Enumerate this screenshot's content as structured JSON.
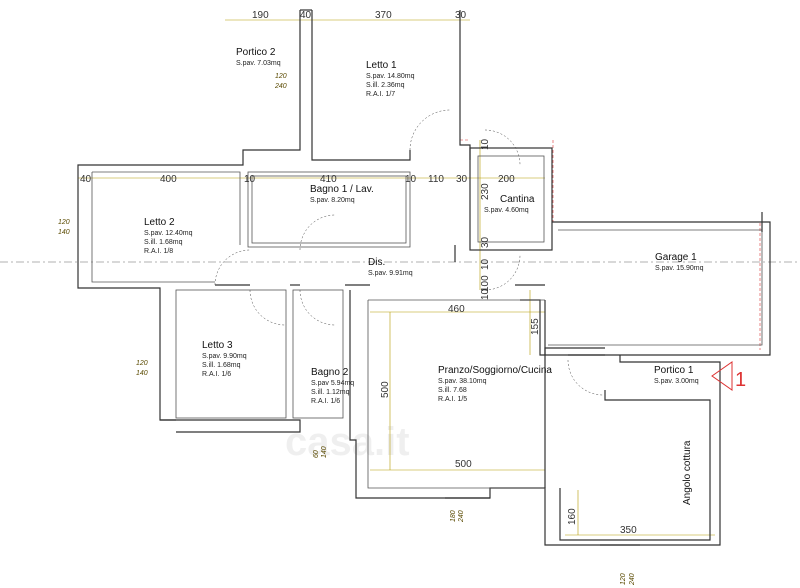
{
  "rooms": {
    "portico2": {
      "name": "Portico 2",
      "info": [
        "S.pav. 7.03mq"
      ]
    },
    "letto1": {
      "name": "Letto 1",
      "info": [
        "S.pav. 14.80mq",
        "S.ill. 2.36mq",
        "R.A.I. 1/7"
      ]
    },
    "bagno1": {
      "name": "Bagno 1 / Lav.",
      "info": [
        "S.pav. 8.20mq"
      ]
    },
    "cantina": {
      "name": "Cantina",
      "info": [
        "S.pav. 4.60mq"
      ]
    },
    "letto2": {
      "name": "Letto 2",
      "info": [
        "S.pav. 12.40mq",
        "S.ill. 1.68mq",
        "R.A.I. 1/8"
      ]
    },
    "garage1": {
      "name": "Garage 1",
      "info": [
        "S.pav. 15.90mq"
      ]
    },
    "dis": {
      "name": "Dis.",
      "info": [
        "S.pav. 9.91mq"
      ]
    },
    "letto3": {
      "name": "Letto 3",
      "info": [
        "S.pav. 9.90mq",
        "S.ill. 1.68mq",
        "R.A.I. 1/6"
      ]
    },
    "bagno2": {
      "name": "Bagno 2",
      "info": [
        "S.pav 5.94mq",
        "S.ill. 1.12mq",
        "R.A.I. 1/6"
      ]
    },
    "pranzo": {
      "name": "Pranzo/Soggiorno/Cucina",
      "info": [
        "S.pav. 38.10mq",
        "S.ill. 7.68",
        "R.A.I. 1/5"
      ]
    },
    "portico1": {
      "name": "Portico 1",
      "info": [
        "S.pav. 3.00mq"
      ]
    },
    "angolo": {
      "name": "Angolo cottura"
    }
  },
  "dimensions": {
    "top": [
      "190",
      "40",
      "370",
      "30"
    ],
    "mid": [
      "40",
      "400",
      "10",
      "410",
      "10",
      "110",
      "30",
      "200"
    ],
    "vert_right": [
      "10",
      "230",
      "30",
      "10",
      "100",
      "10",
      "155"
    ],
    "d460": "460",
    "d500v": "500",
    "d500h": "500",
    "d160": "160",
    "d350": "350"
  },
  "windows": {
    "p2": [
      "120",
      "240"
    ],
    "l2": [
      "120",
      "140"
    ],
    "l3": [
      "120",
      "140"
    ],
    "b2": [
      "60",
      "140"
    ],
    "pr": [
      "180",
      "240"
    ],
    "k": [
      "120",
      "240"
    ]
  },
  "view_marker": "1",
  "watermark": "casa.it"
}
